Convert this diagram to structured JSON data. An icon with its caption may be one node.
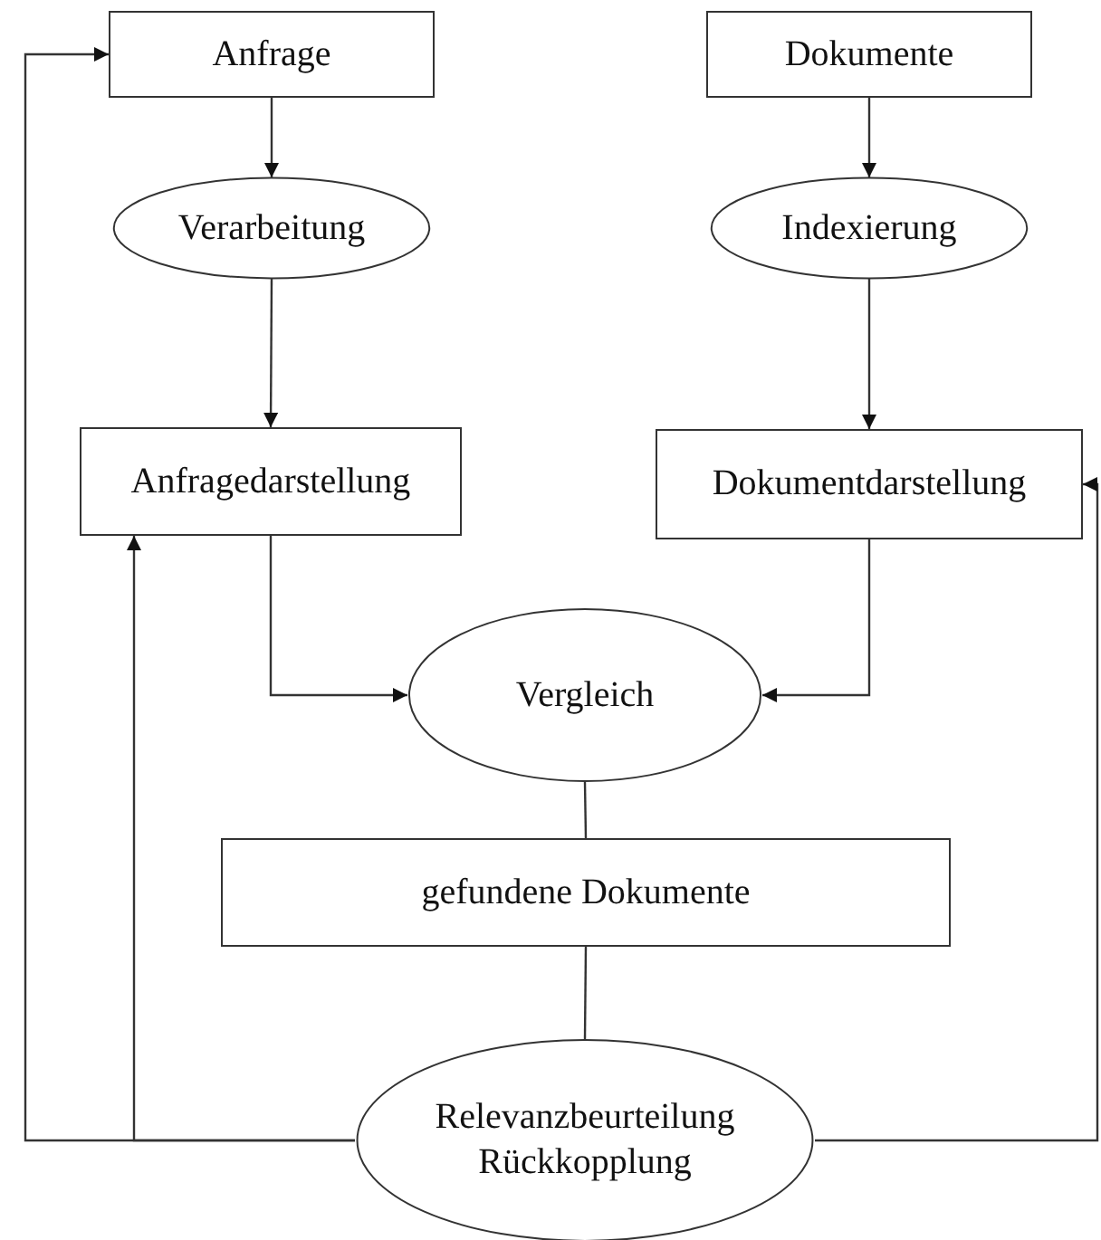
{
  "diagram": {
    "nodes": [
      {
        "text": [
          "Anfrage"
        ]
      },
      {
        "text": [
          "Dokumente"
        ]
      },
      {
        "text": [
          "Verarbeitung"
        ]
      },
      {
        "text": [
          "Indexierung"
        ]
      },
      {
        "text": [
          "Anfragedarstellung"
        ]
      },
      {
        "text": [
          "Dokumentdarstellung"
        ]
      },
      {
        "text": [
          "Vergleich"
        ]
      },
      {
        "text": [
          "gefundene Dokumente"
        ]
      },
      {
        "text": [
          "Relevanzbeurteilung Rückkopplung"
        ]
      }
    ],
    "edges": [
      {
        "from": 0,
        "to": 2,
        "arrow": "to"
      },
      {
        "from": 2,
        "to": 4,
        "arrow": "to"
      },
      {
        "from": 1,
        "to": 3,
        "arrow": "to"
      },
      {
        "from": 3,
        "to": 5,
        "arrow": "to"
      },
      {
        "from": 4,
        "to": 6,
        "arrow": "to"
      },
      {
        "from": 5,
        "to": 6,
        "arrow": "to"
      },
      {
        "from": 6,
        "to": 7,
        "arrow": "none"
      },
      {
        "from": 7,
        "to": 8,
        "arrow": "none"
      },
      {
        "from": 8,
        "to": 0,
        "arrow": "to"
      },
      {
        "from": 8,
        "to": 4,
        "arrow": "to"
      },
      {
        "from": 8,
        "to": 5,
        "arrow": "to"
      }
    ]
  }
}
